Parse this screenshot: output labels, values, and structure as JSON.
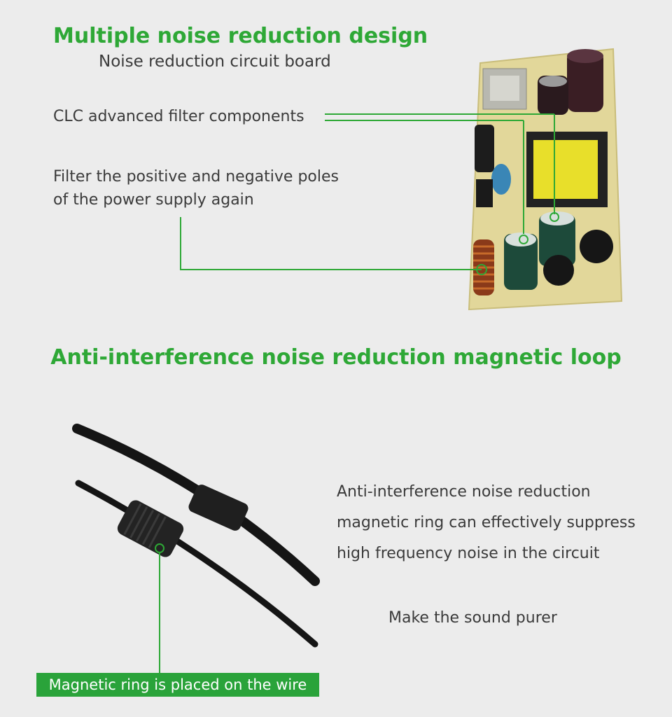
{
  "section1": {
    "title": "Multiple noise reduction design",
    "subtitle": "Noise reduction circuit board",
    "callout_clc": "CLC advanced filter components",
    "callout_filter_line1": "Filter the positive and negative poles",
    "callout_filter_line2": "of the power supply again"
  },
  "section2": {
    "title": "Anti-interference noise reduction magnetic loop",
    "desc_line1": "Anti-interference noise reduction",
    "desc_line2": "magnetic ring can effectively suppress",
    "desc_line3": "high frequency noise in the circuit",
    "tagline": "Make the sound purer",
    "badge": "Magnetic ring is placed on the wire"
  },
  "colors": {
    "accent_green": "#2ea836",
    "badge_green": "#2aa33a",
    "background": "#ececec"
  }
}
